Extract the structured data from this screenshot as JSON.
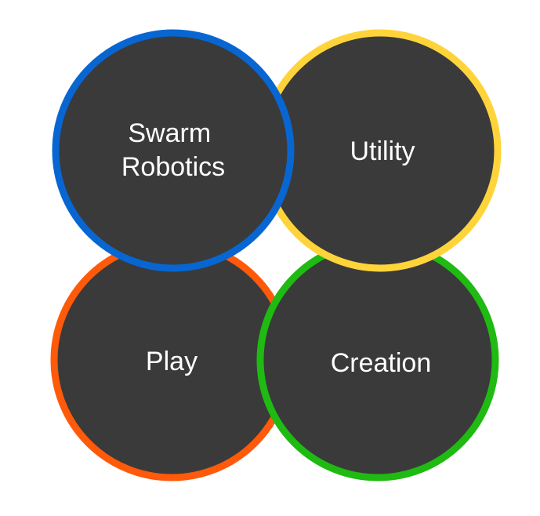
{
  "diagram": {
    "nodes": [
      {
        "id": "play",
        "lines": [
          "Play"
        ],
        "ring_color": "#ff5a0a",
        "fill_color": "#3a3a3a"
      },
      {
        "id": "creation",
        "lines": [
          "Creation"
        ],
        "ring_color": "#1fba12",
        "fill_color": "#3a3a3a"
      },
      {
        "id": "utility",
        "lines": [
          "Utility"
        ],
        "ring_color": "#ffd43a",
        "fill_color": "#3a3a3a"
      },
      {
        "id": "swarm-robotics",
        "lines": [
          "Swarm",
          "Robotics"
        ],
        "ring_color": "#0866d2",
        "fill_color": "#3a3a3a"
      }
    ]
  }
}
